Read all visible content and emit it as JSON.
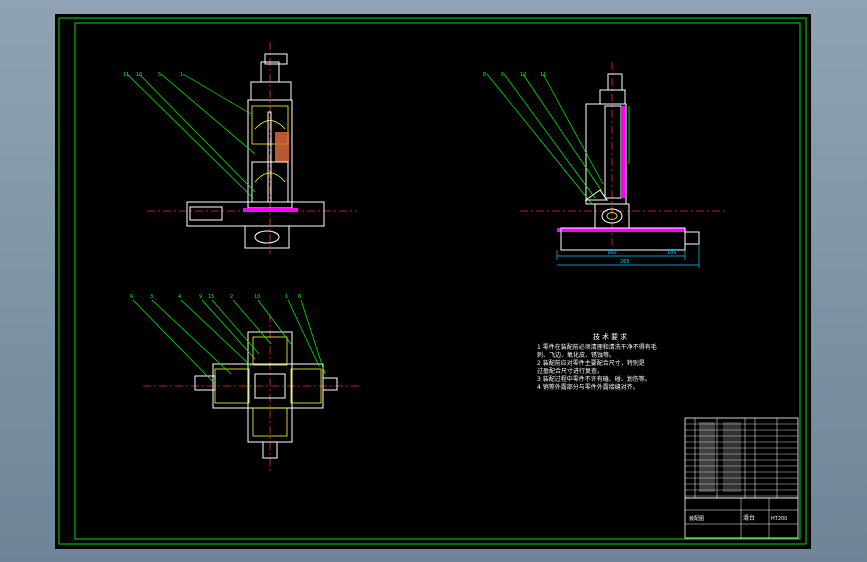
{
  "colors": {
    "frame": "#00e000",
    "part": "#ffffff",
    "centerline": "#ff2a2a",
    "leader": "#00ff00",
    "highlight": "#ff00ff",
    "dimension": "#00ccff",
    "hatch": "#d86a38",
    "inner": "#ffff33"
  },
  "drawing": {
    "front_view": {
      "balloons": [
        "11",
        "10",
        "5",
        "1"
      ]
    },
    "side_view": {
      "balloons": [
        "8",
        "6",
        "12",
        "11"
      ],
      "dims": [
        "160",
        "185",
        "265"
      ]
    },
    "top_view": {
      "balloons": [
        "6",
        "3",
        "4",
        "9",
        "15",
        "2",
        "10",
        "1",
        "8"
      ]
    }
  },
  "technical_requirements": {
    "heading": "技术要求",
    "lines": [
      "1 零件在装配前必须清理和清洗干净不得有毛",
      "刺、飞边、氧化皮、锈蚀等。",
      "2 装配前应对零件主要配合尺寸，特别是",
      "过盈配合尺寸进行复查。",
      "3 装配过程中零件不许有磕、碰、划伤等。",
      "4 销等外露部分与零件外露接缝对齐。"
    ]
  },
  "title_block": {
    "part_name": "滑台",
    "material": "HT200",
    "drawing_no": "装配图"
  }
}
